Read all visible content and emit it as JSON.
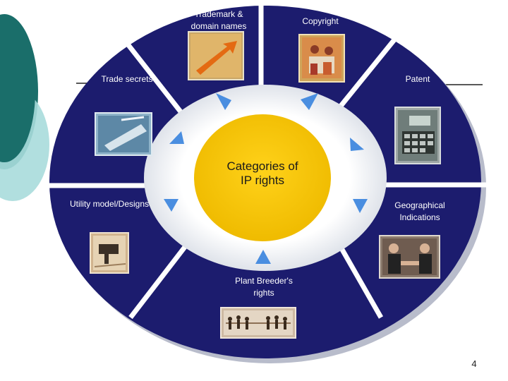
{
  "center": {
    "title": "Categories of\nIP rights"
  },
  "segments": [
    {
      "id": "trademark",
      "label": "Trademark &\ndomain names",
      "image": "arrow-photo"
    },
    {
      "id": "copyright",
      "label": "Copyright",
      "image": "painting-photo"
    },
    {
      "id": "patent",
      "label": "Patent",
      "image": "calculator-photo"
    },
    {
      "id": "geographical",
      "label": "Geographical\nIndications",
      "image": "handshake-photo"
    },
    {
      "id": "plant",
      "label": "Plant Breeder's\nrights",
      "image": "tug-of-war-photo"
    },
    {
      "id": "utility",
      "label": "Utility model/Designs",
      "image": "machine-photo"
    },
    {
      "id": "trade_secrets",
      "label": "Trade secrets",
      "image": "keyboard-photo"
    }
  ],
  "page_number": "4",
  "colors": {
    "ring": "#1c1c6e",
    "center": "#f5c400",
    "arrow": "#4a8ee0",
    "accent_teal": "#1a6e6a",
    "accent_light": "#a9dcdc"
  }
}
